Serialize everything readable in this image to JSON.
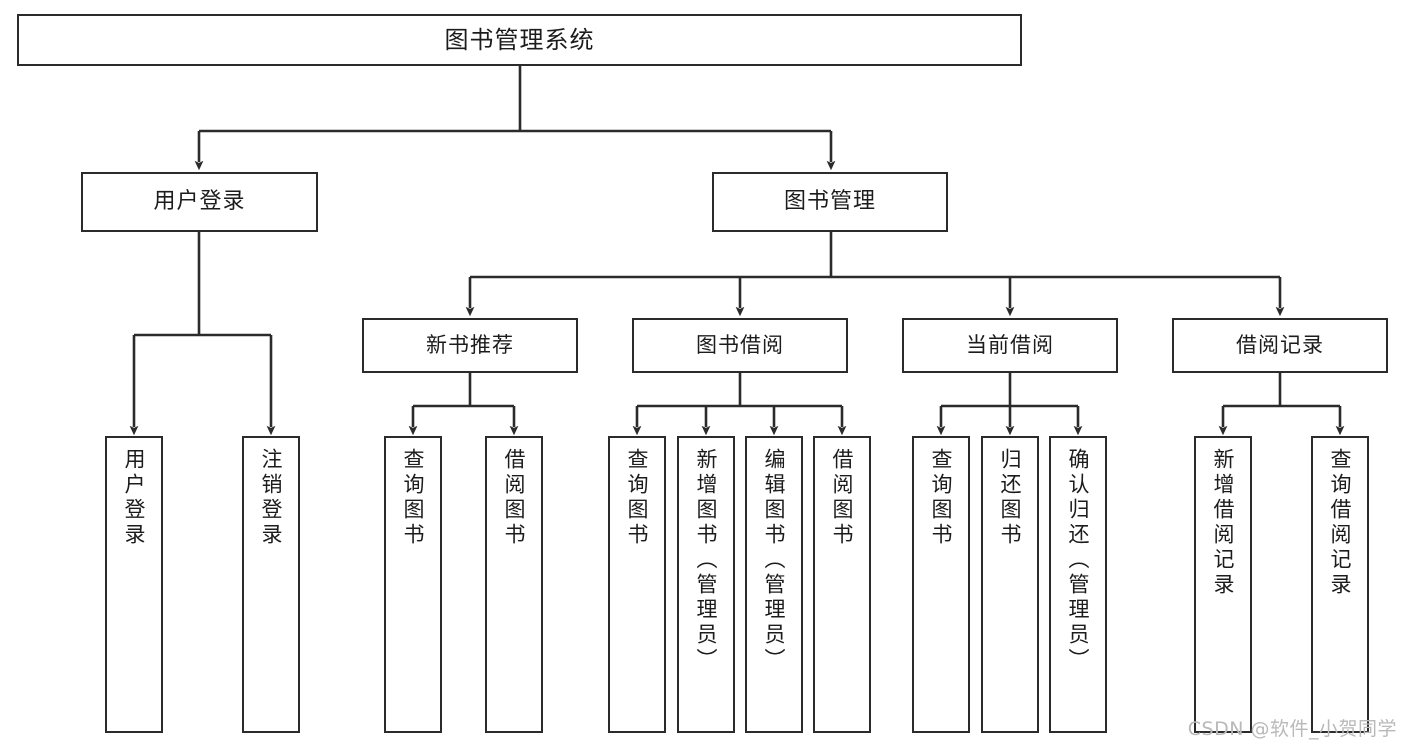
{
  "diagram": {
    "type": "tree-hierarchy",
    "title": "图书管理系统",
    "watermark": "CSDN @软件_小贺同学",
    "colors": {
      "box_border": "#2b2b2b",
      "box_fill": "#ffffff",
      "connector": "#2b2b2b",
      "text": "#1c1c1c",
      "watermark": "#b9b9b9",
      "background": "#ffffff"
    },
    "root": {
      "label": "图书管理系统"
    },
    "level2": [
      {
        "id": "user-login",
        "label": "用户登录"
      },
      {
        "id": "book-manage",
        "label": "图书管理"
      }
    ],
    "level3": [
      {
        "id": "new-book-recommend",
        "label": "新书推荐"
      },
      {
        "id": "book-borrow",
        "label": "图书借阅"
      },
      {
        "id": "current-borrow",
        "label": "当前借阅"
      },
      {
        "id": "borrow-record",
        "label": "借阅记录"
      }
    ],
    "leaves": {
      "user_login": [
        {
          "id": "leaf-user-login",
          "label": "用户登录"
        },
        {
          "id": "leaf-logout-login",
          "label": "注销登录"
        }
      ],
      "new_book_recommend": [
        {
          "id": "leaf-query-book-1",
          "label": "查询图书"
        },
        {
          "id": "leaf-borrow-book-1",
          "label": "借阅图书"
        }
      ],
      "book_borrow": [
        {
          "id": "leaf-query-book-2",
          "label": "查询图书"
        },
        {
          "id": "leaf-add-book",
          "label": "新增图书（管理员）"
        },
        {
          "id": "leaf-edit-book",
          "label": "编辑图书（管理员）"
        },
        {
          "id": "leaf-borrow-book-2",
          "label": "借阅图书"
        }
      ],
      "current_borrow": [
        {
          "id": "leaf-query-book-3",
          "label": "查询图书"
        },
        {
          "id": "leaf-return-book",
          "label": "归还图书"
        },
        {
          "id": "leaf-confirm-return",
          "label": "确认归还（管理员）"
        }
      ],
      "borrow_record": [
        {
          "id": "leaf-add-record",
          "label": "新增借阅记录"
        },
        {
          "id": "leaf-query-record",
          "label": "查询借阅记录"
        }
      ]
    }
  }
}
